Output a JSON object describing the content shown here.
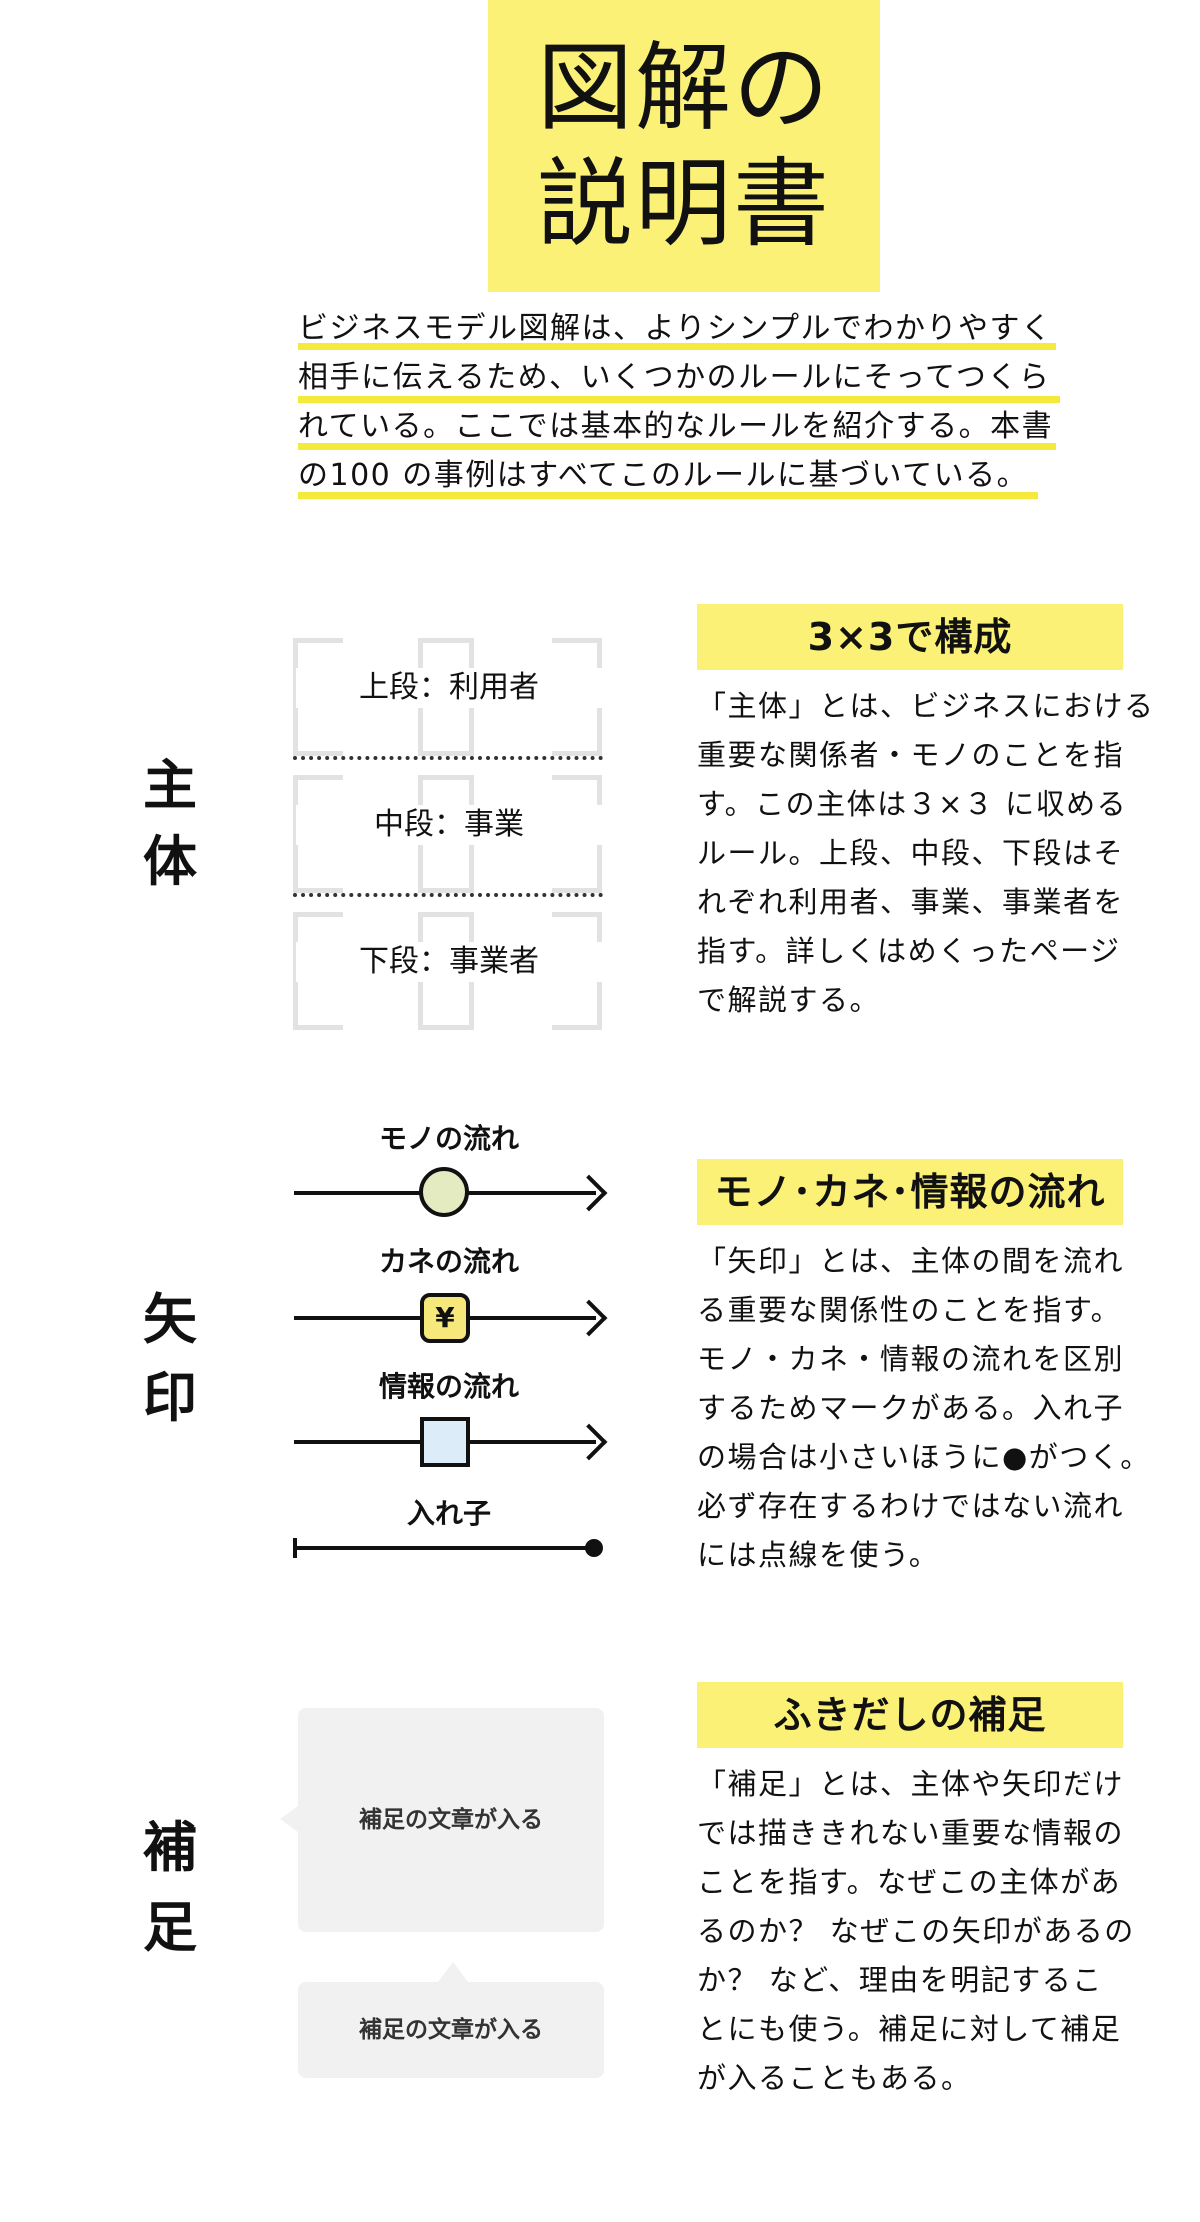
{
  "title": {
    "line1": "図解の",
    "line2": "説明書"
  },
  "intro": {
    "lines": [
      "ビジネスモデル図解は、よりシンプルでわかりやすく",
      "相手に伝えるため、いくつかのルールにそってつくら",
      "れている。ここでは基本的なルールを紹介する。本書",
      "の100 の事例はすべてこのルールに基づいている。"
    ]
  },
  "sections": {
    "subject": {
      "side_heading": [
        "主",
        "体"
      ],
      "title": "3×3で構成",
      "tiers": [
        "上段：利用者",
        "中段：事業",
        "下段：事業者"
      ],
      "body": [
        "「主体」とは、ビジネスにおける",
        "重要な関係者・モノのことを指",
        "す。この主体は３×３ に収める",
        "ルール。上段、中段、下段はそ",
        "れぞれ利用者、事業、事業者を",
        "指す。詳しくはめくったページ",
        "で解説する。"
      ]
    },
    "arrow": {
      "side_heading": [
        "矢",
        "印"
      ],
      "title": "モノ･カネ･情報の流れ",
      "flows": [
        {
          "label": "モノの流れ",
          "marker": "circle"
        },
        {
          "label": "カネの流れ",
          "marker": "yen",
          "symbol": "¥"
        },
        {
          "label": "情報の流れ",
          "marker": "square"
        },
        {
          "label": "入れ子",
          "marker": "dot"
        }
      ],
      "body": [
        "「矢印」とは、主体の間を流れ",
        "る重要な関係性のことを指す。",
        "モノ・カネ・情報の流れを区別",
        "するためマークがある。入れ子",
        "の場合は小さいほうに●がつく。",
        "必ず存在するわけではない流れ",
        "には点線を使う。"
      ]
    },
    "supplement": {
      "side_heading": [
        "補",
        "足"
      ],
      "title": "ふきだしの補足",
      "balloons": [
        "補足の文章が入る",
        "補足の文章が入る"
      ],
      "body": [
        "「補足」とは、主体や矢印だけ",
        "では描ききれない重要な情報の",
        "ことを指す。なぜこの主体があ",
        "るのか？ なぜこの矢印があるの",
        "か？ など、理由を明記するこ",
        "とにも使う。補足に対して補足",
        "が入ることもある。"
      ]
    }
  },
  "colors": {
    "highlight": "#fcf177",
    "underline": "#f5ea3c",
    "circle_fill": "#e4ebc1",
    "yen_fill": "#f6e87a",
    "square_fill": "#dcecf9",
    "balloon_fill": "#f1f1f1",
    "bracket": "#e2e2e2"
  }
}
